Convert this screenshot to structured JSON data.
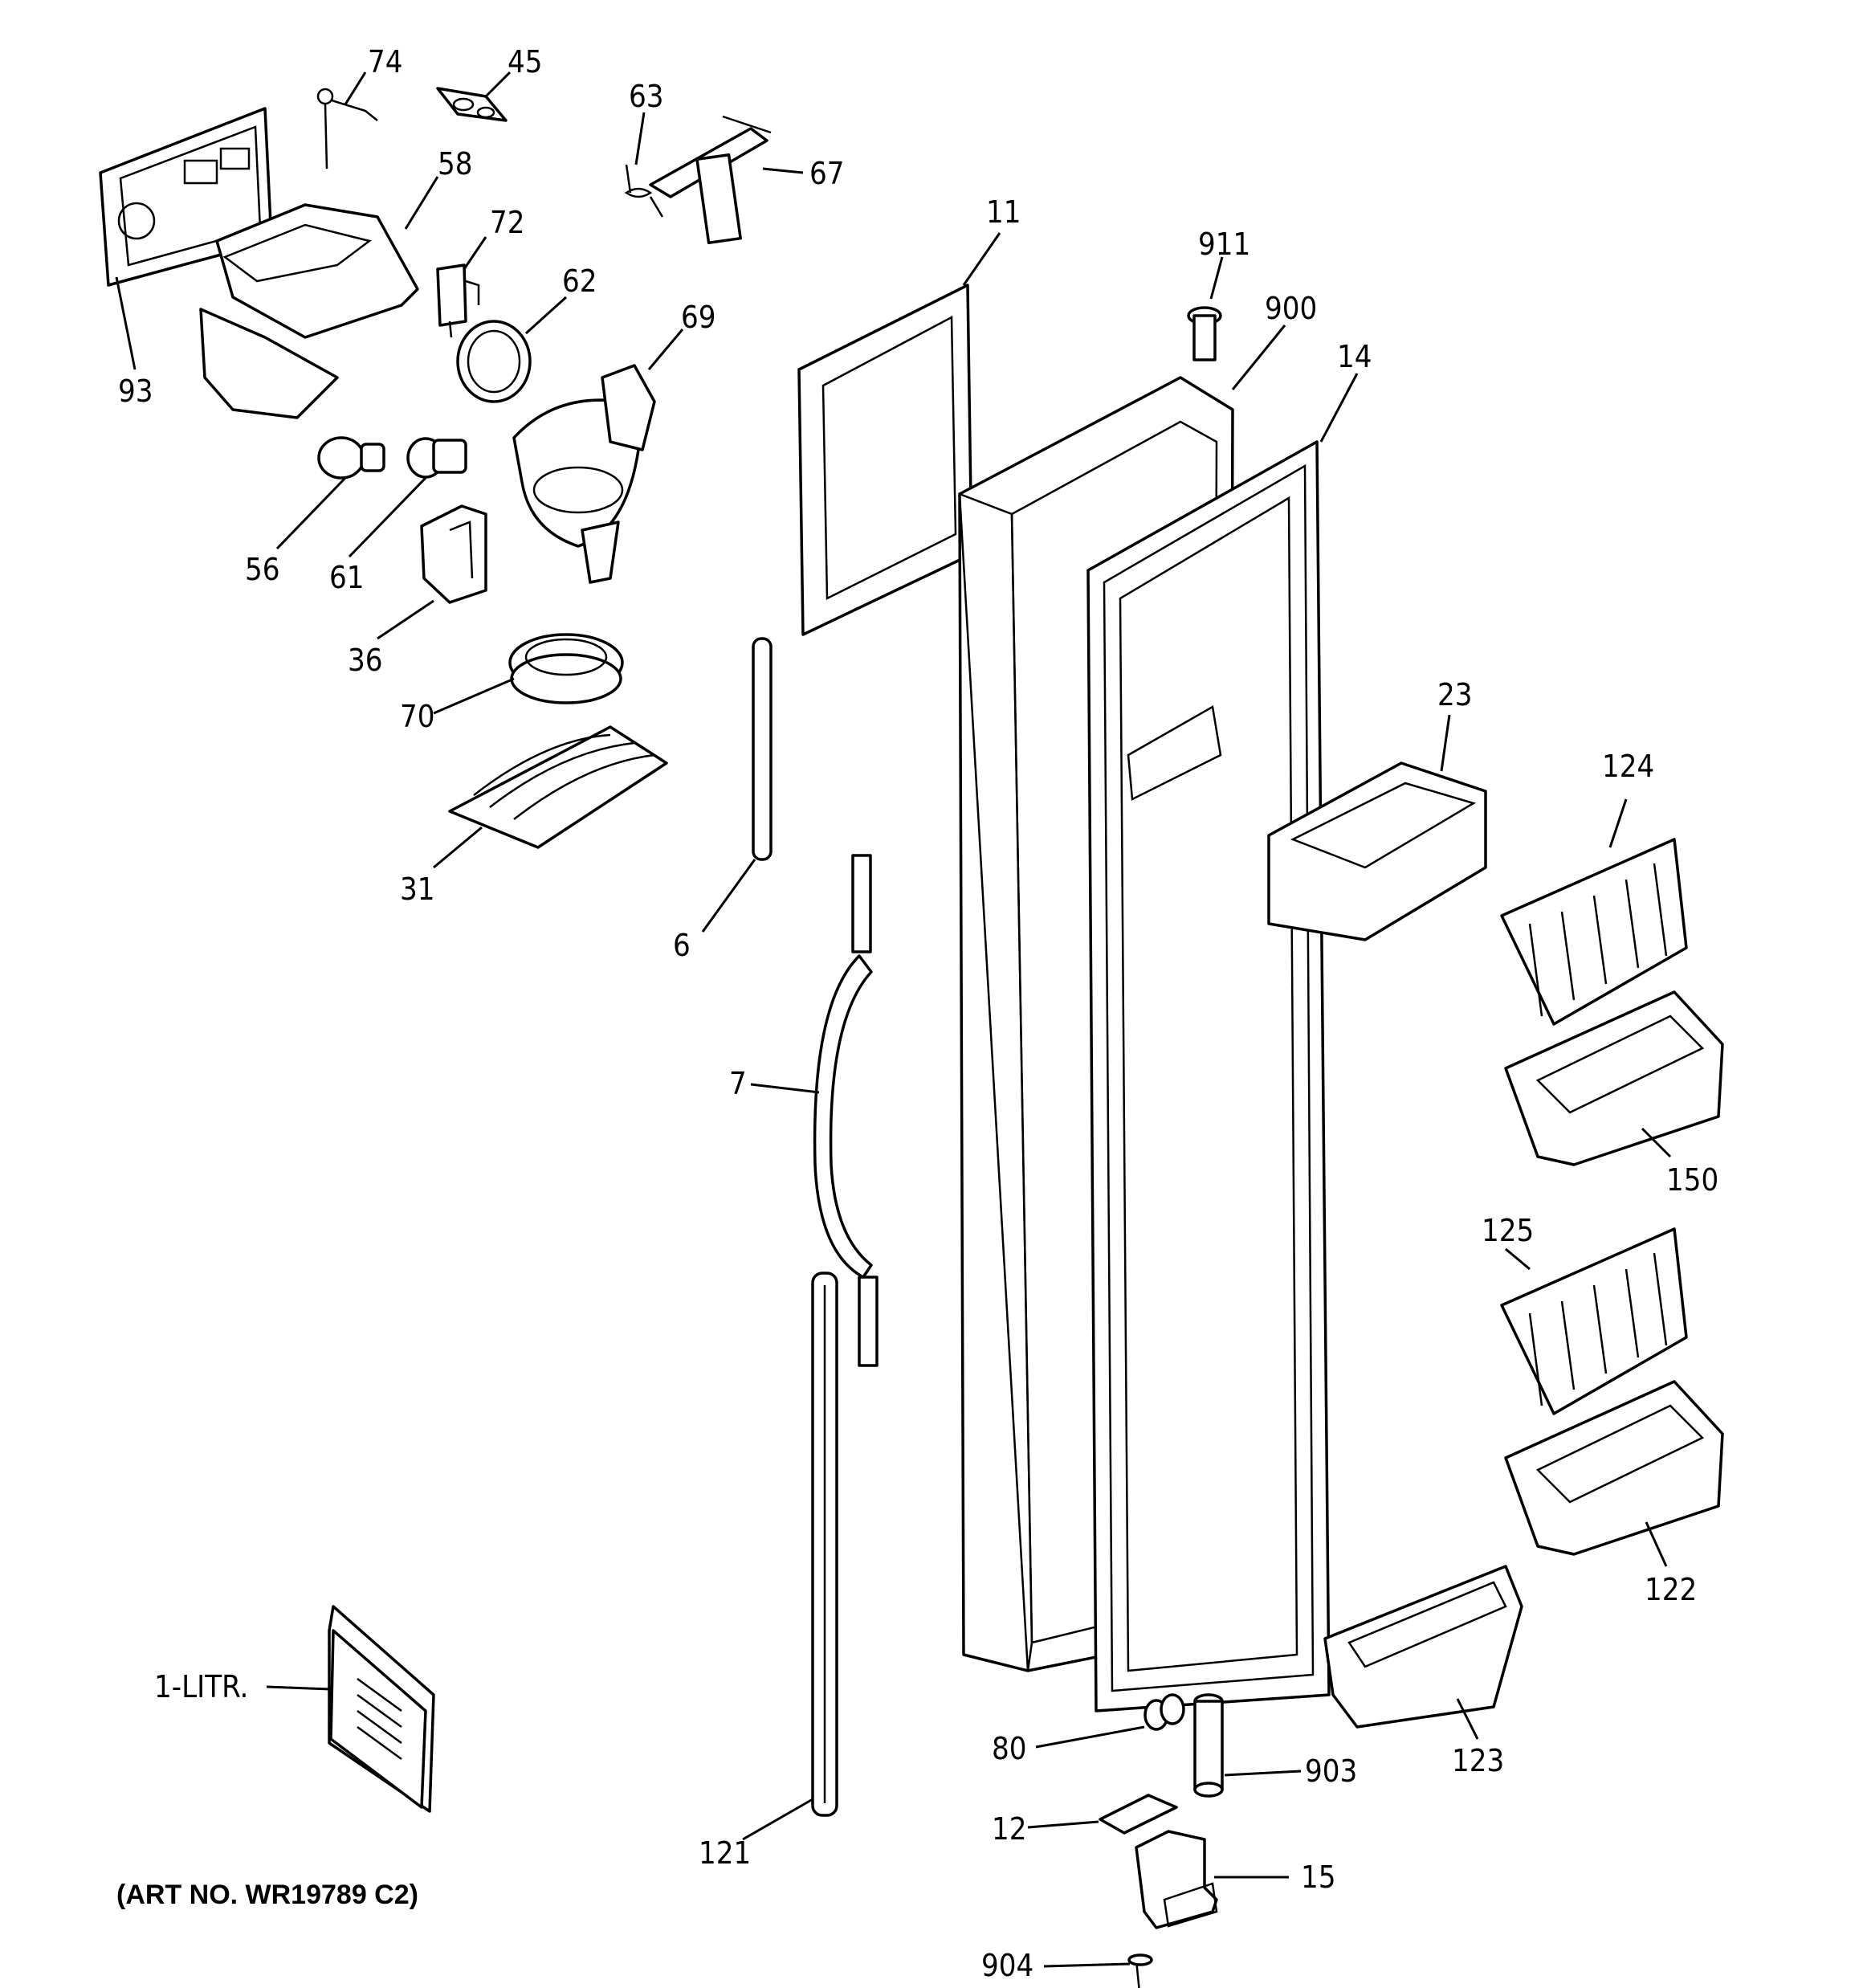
{
  "diagram": {
    "art_number": "(ART NO. WR19789 C2)",
    "callouts": [
      "74",
      "45",
      "63",
      "67",
      "58",
      "72",
      "93",
      "62",
      "69",
      "56",
      "61",
      "36",
      "70",
      "31",
      "11",
      "911",
      "900",
      "14",
      "6",
      "7",
      "121",
      "23",
      "124",
      "150",
      "125",
      "122",
      "123",
      "80",
      "903",
      "12",
      "15",
      "904",
      "1-LITR."
    ]
  }
}
